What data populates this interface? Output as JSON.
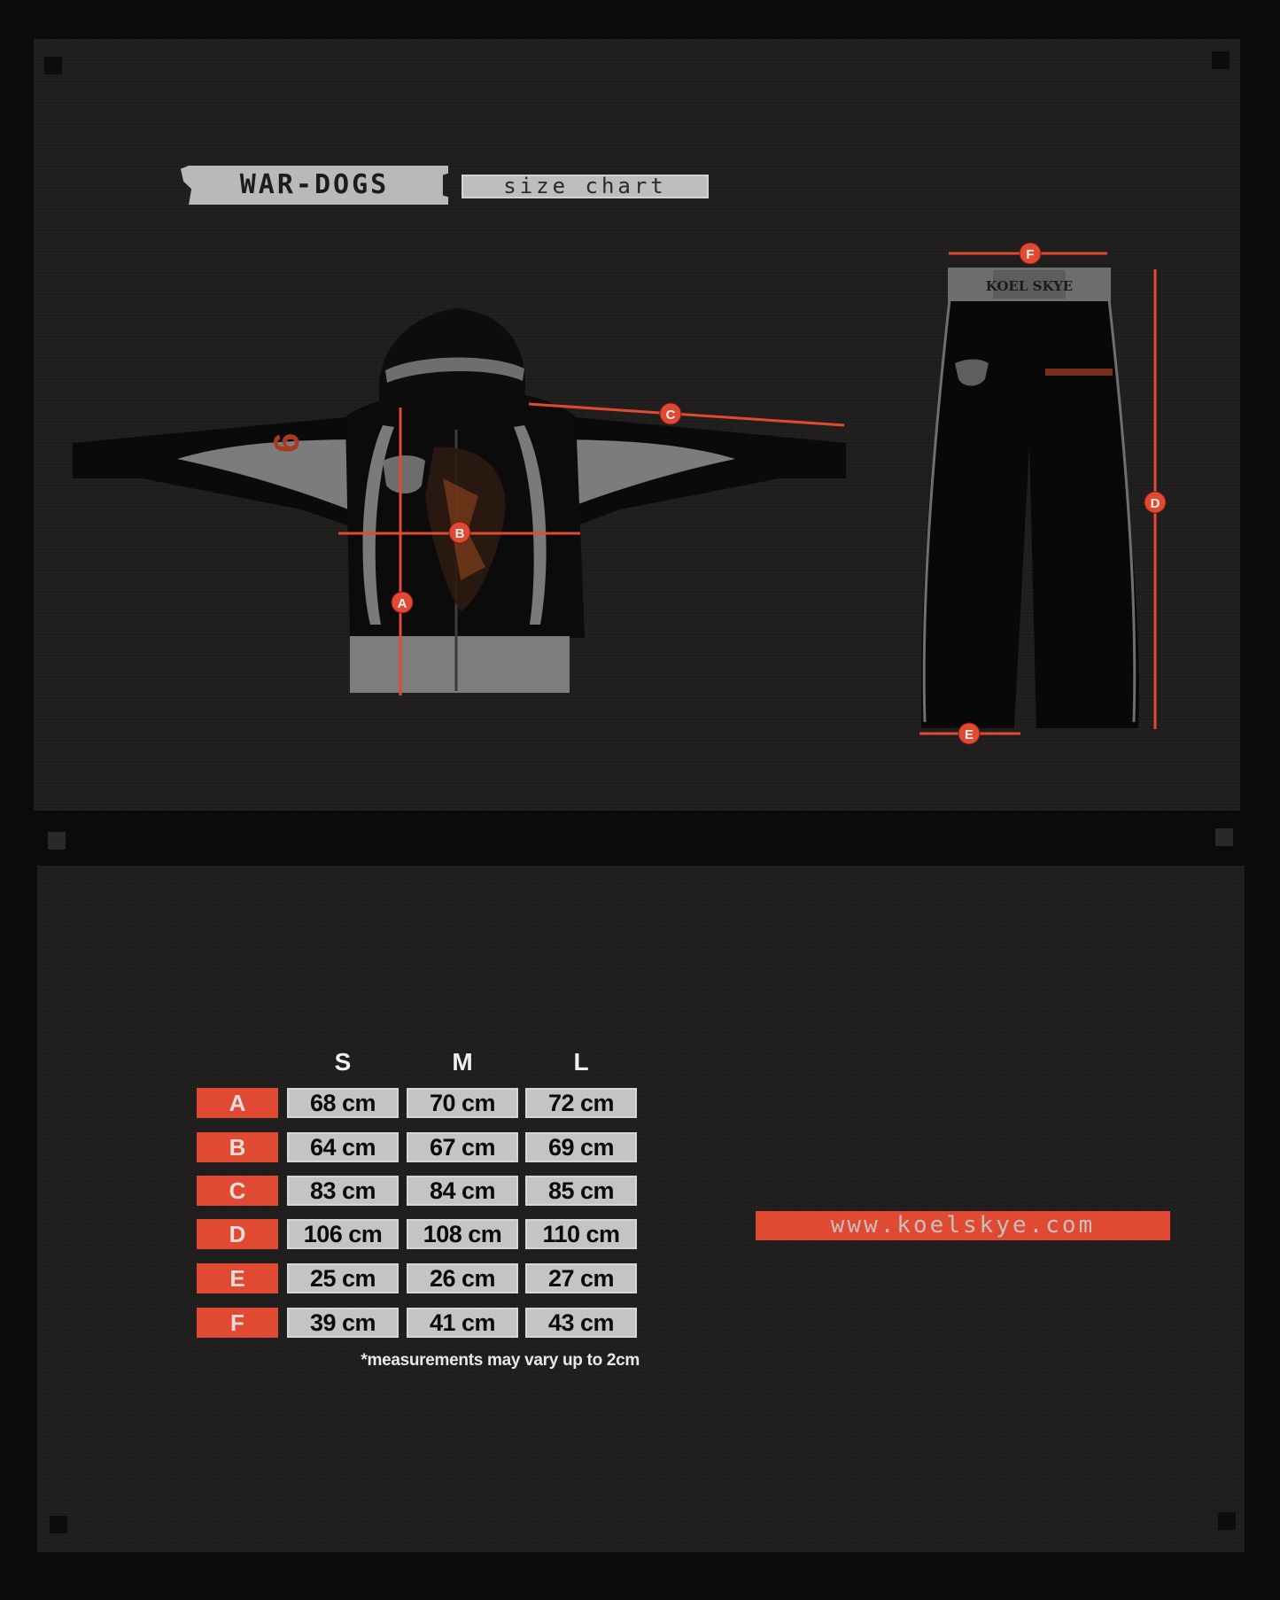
{
  "header": {
    "brand": "WAR-DOGS",
    "subtitle": "size chart"
  },
  "hoodie": {
    "sleeve_number": "9",
    "measurements": [
      "A",
      "B",
      "C"
    ]
  },
  "pants": {
    "waistband_logo": "KOEL SKYE",
    "measurements": [
      "D",
      "E",
      "F"
    ]
  },
  "size_table": {
    "columns": [
      "S",
      "M",
      "L"
    ],
    "rows": [
      {
        "label": "A",
        "values": [
          "68 cm",
          "70 cm",
          "72 cm"
        ]
      },
      {
        "label": "B",
        "values": [
          "64 cm",
          "67 cm",
          "69 cm"
        ]
      },
      {
        "label": "C",
        "values": [
          "83 cm",
          "84 cm",
          "85 cm"
        ]
      },
      {
        "label": "D",
        "values": [
          "106 cm",
          "108 cm",
          "110 cm"
        ]
      },
      {
        "label": "E",
        "values": [
          "25 cm",
          "26 cm",
          "27 cm"
        ]
      },
      {
        "label": "F",
        "values": [
          "39 cm",
          "41 cm",
          "43 cm"
        ]
      }
    ],
    "note": "*measurements may vary up to 2cm"
  },
  "website": "www.koelskye.com",
  "colors": {
    "accent_red": "#e04a33",
    "cell_gray": "#c4c4c4",
    "panel": "#1f1e1d",
    "background": "#0c0b0b"
  },
  "chart_data": {
    "type": "table",
    "title": "WAR-DOGS size chart",
    "categories": [
      "A",
      "B",
      "C",
      "D",
      "E",
      "F"
    ],
    "series": [
      {
        "name": "S",
        "values": [
          68,
          64,
          83,
          106,
          25,
          39
        ]
      },
      {
        "name": "M",
        "values": [
          70,
          67,
          84,
          108,
          26,
          41
        ]
      },
      {
        "name": "L",
        "values": [
          72,
          69,
          85,
          110,
          27,
          43
        ]
      }
    ],
    "unit": "cm",
    "annotations": [
      "*measurements may vary up to 2cm",
      "www.koelskye.com"
    ]
  }
}
